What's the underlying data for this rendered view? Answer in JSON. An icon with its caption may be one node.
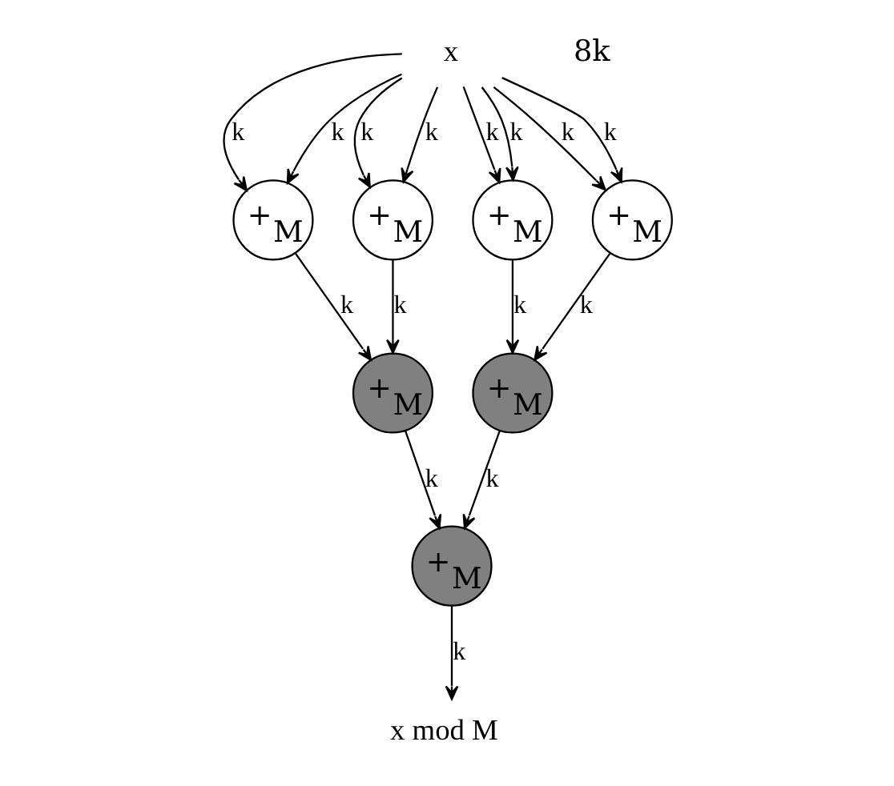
{
  "diagram": {
    "nodes": [
      {
        "text": [
          "x"
        ]
      },
      {
        "text": [
          "+$_{M}$"
        ]
      },
      {
        "text": [
          "+$_{M}$"
        ]
      },
      {
        "text": [
          "+$_{M}$"
        ]
      },
      {
        "text": [
          "+$_{M}$"
        ]
      },
      {
        "text": [
          "+$_{M}$"
        ]
      },
      {
        "text": [
          "+$_{M}$"
        ]
      },
      {
        "text": [
          "+$_{M}$"
        ]
      },
      {
        "text": [
          "x mod M"
        ]
      }
    ],
    "edges": [
      {
        "from": 0,
        "to": 1,
        "arrow": "to",
        "label": "k"
      },
      {
        "from": 0,
        "to": 1,
        "arrow": "to",
        "label": "k"
      },
      {
        "from": 0,
        "to": 2,
        "arrow": "to",
        "label": "k"
      },
      {
        "from": 0,
        "to": 2,
        "arrow": "to",
        "label": "k"
      },
      {
        "from": 0,
        "to": 3,
        "arrow": "to",
        "label": "k"
      },
      {
        "from": 0,
        "to": 3,
        "arrow": "to",
        "label": "k"
      },
      {
        "from": 0,
        "to": 4,
        "arrow": "to",
        "label": "k"
      },
      {
        "from": 0,
        "to": 4,
        "arrow": "to",
        "label": "k"
      },
      {
        "from": 1,
        "to": 5,
        "arrow": "to",
        "label": "k"
      },
      {
        "from": 2,
        "to": 5,
        "arrow": "to",
        "label": "k"
      },
      {
        "from": 3,
        "to": 6,
        "arrow": "to",
        "label": "k"
      },
      {
        "from": 4,
        "to": 6,
        "arrow": "to",
        "label": "k"
      },
      {
        "from": 5,
        "to": 7,
        "arrow": "to",
        "label": "k"
      },
      {
        "from": 6,
        "to": 7,
        "arrow": "to",
        "label": "k"
      },
      {
        "from": 7,
        "to": 8,
        "arrow": "to",
        "label": "k"
      }
    ],
    "labels": [
      "8k"
    ]
  }
}
